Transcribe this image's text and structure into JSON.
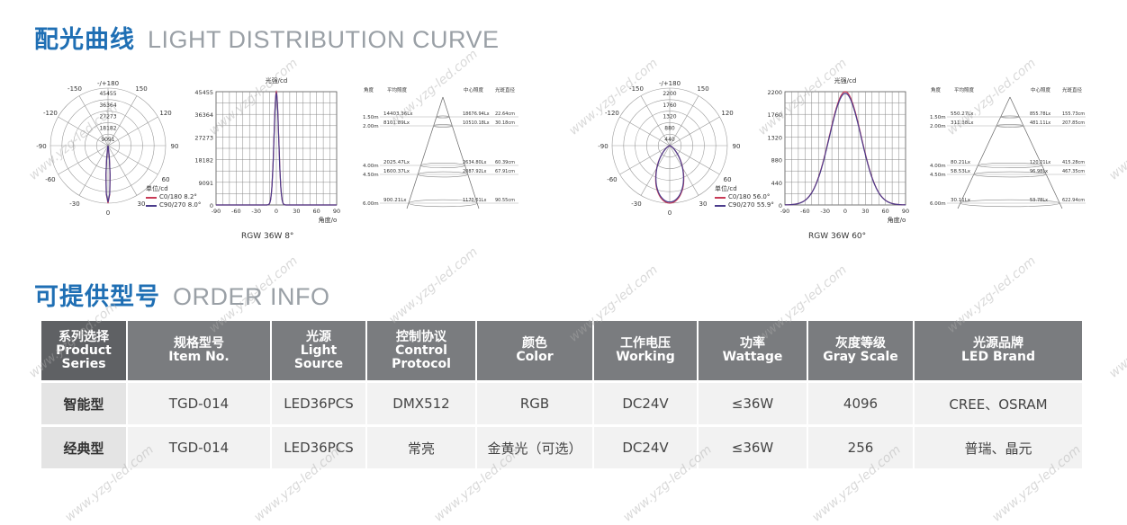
{
  "light_section": {
    "title_zh": "配光曲线",
    "title_en": "LIGHT DISTRIBUTION CURVE"
  },
  "order_section": {
    "title_zh": "可提供型号",
    "title_en": "ORDER INFO"
  },
  "watermark_text": "www.yzg-led.com",
  "colors": {
    "accent": "#1f6fb4",
    "header_bg": "#7a7c7f",
    "row_bg": "#f2f2f2",
    "c0": "#c83a56",
    "c90": "#4b3c8c"
  },
  "light_panels": [
    {
      "caption": "RGW 36W 8°",
      "polar": {
        "top_label": "-/+180",
        "angle_labels": [
          "150",
          "120",
          "90",
          "60",
          "30",
          "0",
          "-30",
          "-60",
          "-90",
          "-120",
          "-150"
        ],
        "ring_labels": [
          "45455",
          "36364",
          "27273",
          "18182",
          "9091"
        ],
        "unit": "单位/cd",
        "legend": [
          {
            "label": "C0/180  8.2°"
          },
          {
            "label": "C90/270  8.0°"
          }
        ]
      },
      "chart_data": {
        "type": "line",
        "ylabel": "光强/cd",
        "xlabel": "角度/o",
        "x_ticks": [
          "-90",
          "-60",
          "-30",
          "0",
          "30",
          "60",
          "90"
        ],
        "y_ticks": [
          "45455",
          "36364",
          "27273",
          "18182",
          "9091",
          "0"
        ],
        "xlim": [
          -90,
          90
        ],
        "ylim": [
          0,
          45455
        ],
        "beam_angle": 8.1,
        "series": [
          {
            "peak": 45455,
            "half_width_deg": 4.1
          }
        ]
      },
      "illuminance": {
        "headers": [
          "角度",
          "平均照度",
          "中心照度",
          "光斑直径"
        ],
        "rows": [
          {
            "dist": "1.50m",
            "avg": "14403.36Lx",
            "center": "18676.94Lx",
            "diam": "22.64cm"
          },
          {
            "dist": "2.00m",
            "avg": "8101.89Lx",
            "center": "10510.18Lx",
            "diam": "30.18cm"
          },
          {
            "dist": "4.00m",
            "avg": "2025.47Lx",
            "center": "2634.80Lx",
            "diam": "60.39cm"
          },
          {
            "dist": "4.50m",
            "avg": "1600.37Lx",
            "center": "2087.92Lx",
            "diam": "67.91cm"
          },
          {
            "dist": "6.00m",
            "avg": "900.21Lx",
            "center": "1170.61Lx",
            "diam": "90.55cm"
          }
        ]
      }
    },
    {
      "caption": "RGW 36W 60°",
      "polar": {
        "top_label": "-/+180",
        "angle_labels": [
          "150",
          "120",
          "90",
          "60",
          "30",
          "0",
          "-30",
          "-60",
          "-90",
          "-120",
          "-150"
        ],
        "ring_labels": [
          "2200",
          "1760",
          "1320",
          "880",
          "440"
        ],
        "unit": "单位/cd",
        "legend": [
          {
            "label": "C0/180  56.0°"
          },
          {
            "label": "C90/270  55.9°"
          }
        ]
      },
      "chart_data": {
        "type": "line",
        "ylabel": "光强/cd",
        "xlabel": "角度/o",
        "x_ticks": [
          "-90",
          "-60",
          "-30",
          "0",
          "30",
          "60",
          "90"
        ],
        "y_ticks": [
          "2200",
          "1760",
          "1320",
          "880",
          "440",
          "0"
        ],
        "xlim": [
          -90,
          90
        ],
        "ylim": [
          0,
          2200
        ],
        "beam_angle": 56,
        "series": [
          {
            "peak": 2200,
            "half_width_deg": 28
          }
        ]
      },
      "illuminance": {
        "headers": [
          "角度",
          "平均照度",
          "中心照度",
          "光斑直径"
        ],
        "rows": [
          {
            "dist": "1.50m",
            "avg": "550.27Lx",
            "center": "855.78Lx",
            "diam": "155.73cm"
          },
          {
            "dist": "2.00m",
            "avg": "311.38Lx",
            "center": "481.11Lx",
            "diam": "207.85cm"
          },
          {
            "dist": "4.00m",
            "avg": "80.21Lx",
            "center": "120.21Lx",
            "diam": "415.28cm"
          },
          {
            "dist": "4.50m",
            "avg": "58.53Lx",
            "center": "96.98Lx",
            "diam": "467.35cm"
          },
          {
            "dist": "6.00m",
            "avg": "30.11Lx",
            "center": "53.78Lx",
            "diam": "622.94cm"
          }
        ]
      }
    }
  ],
  "order_table": {
    "headers": [
      {
        "zh": "系列选择",
        "en": "Product Series"
      },
      {
        "zh": "规格型号",
        "en": "Item No."
      },
      {
        "zh": "光源",
        "en": "Light Source"
      },
      {
        "zh": "控制协议",
        "en": "Control Protocol"
      },
      {
        "zh": "颜色",
        "en": "Color"
      },
      {
        "zh": "工作电压",
        "en": "Working"
      },
      {
        "zh": "功率",
        "en": "Wattage"
      },
      {
        "zh": "灰度等级",
        "en": "Gray Scale"
      },
      {
        "zh": "光源品牌",
        "en": "LED Brand"
      }
    ],
    "rows": [
      {
        "series": "智能型",
        "cells": [
          "TGD-014",
          "LED36PCS",
          "DMX512",
          "RGB",
          "DC24V",
          "≤36W",
          "4096",
          "CREE、OSRAM"
        ]
      },
      {
        "series": "经典型",
        "cells": [
          "TGD-014",
          "LED36PCS",
          "常亮",
          "金黄光（可选）",
          "DC24V",
          "≤36W",
          "256",
          "普瑞、晶元"
        ]
      }
    ]
  }
}
